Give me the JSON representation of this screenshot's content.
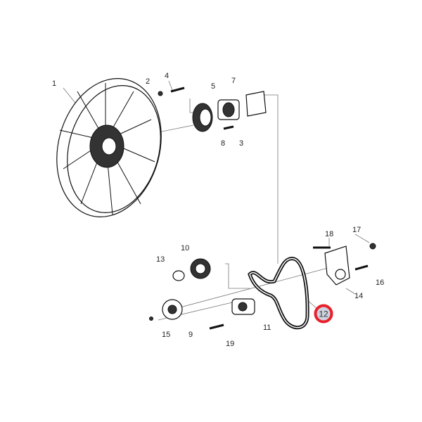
{
  "diagram": {
    "callouts": [
      "1",
      "2",
      "3",
      "4",
      "5",
      "7",
      "8",
      "9",
      "10",
      "11",
      "13",
      "14",
      "15",
      "16",
      "17",
      "18",
      "19"
    ],
    "highlighted_callout": "12",
    "highlight_color": "#e8202a",
    "highlight_fill": "#cdd3e0"
  }
}
